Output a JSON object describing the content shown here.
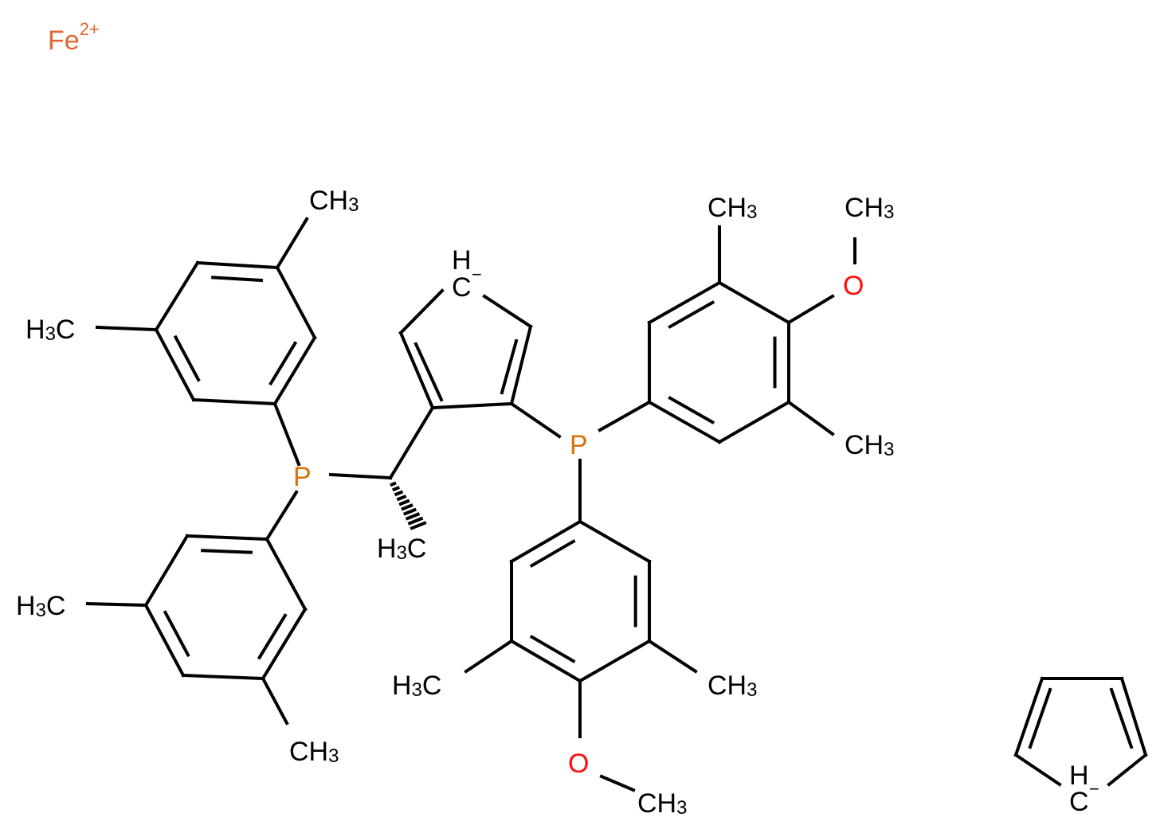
{
  "colors": {
    "bond": "#000000",
    "phosphorus": "#d9720c",
    "oxygen": "#ff0d0d",
    "iron": "#e06633",
    "carbon": "#000000"
  },
  "iron": {
    "symbol": "Fe",
    "charge": "2+"
  },
  "labels": {
    "ch3": {
      "main": "CH",
      "sub": "3"
    },
    "h3c": {
      "pre": "H",
      "sub": "3",
      "post": "C"
    },
    "phosphorus": "P",
    "oxygen": "O",
    "carbanion": {
      "h": "H",
      "c": "C",
      "charge": "−"
    }
  }
}
